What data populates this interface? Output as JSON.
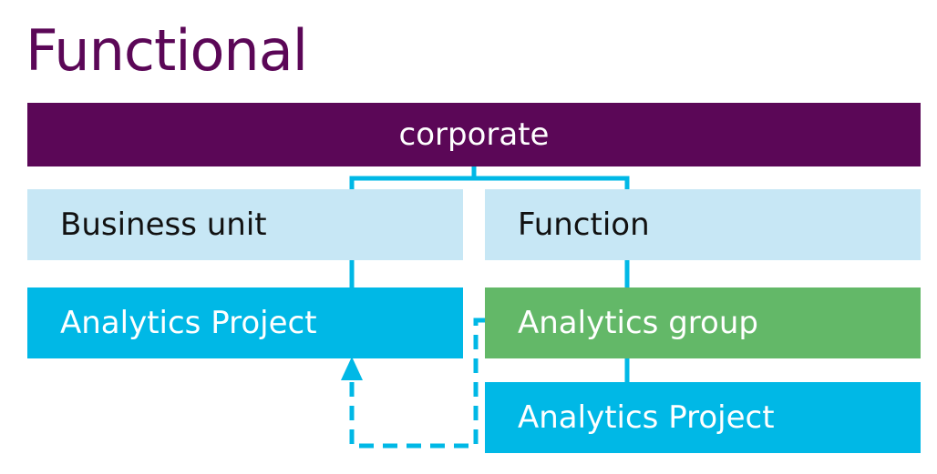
{
  "title": "Functional",
  "boxes": {
    "corporate": "corporate",
    "business_unit": "Business unit",
    "function": "Function",
    "analytics_project_left": "Analytics Project",
    "analytics_group": "Analytics group",
    "analytics_project_right": "Analytics Project"
  },
  "colors": {
    "title": "#5b0757",
    "corporate": "#5b0757",
    "light_blue": "#c7e7f5",
    "blue": "#00b8e6",
    "green": "#63b868",
    "connector": "#00b8e6"
  }
}
